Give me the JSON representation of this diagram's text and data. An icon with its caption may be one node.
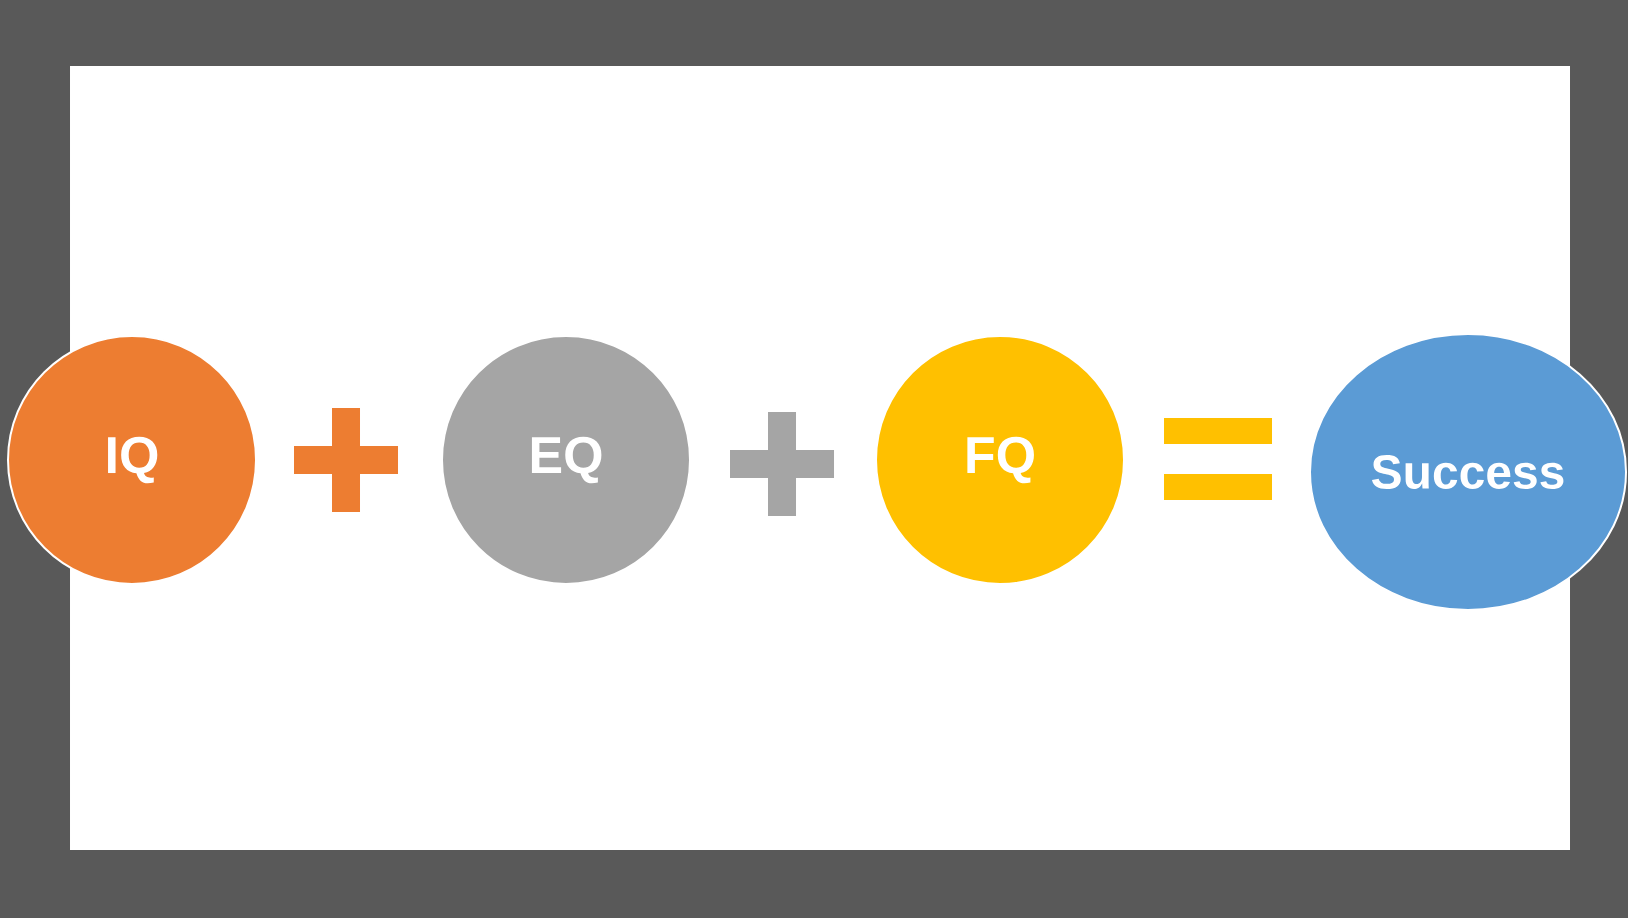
{
  "diagram": {
    "nodes": [
      {
        "text": [
          "IQ"
        ]
      },
      {
        "text": [
          "EQ"
        ]
      },
      {
        "text": [
          "FQ"
        ]
      },
      {
        "text": [
          "Success"
        ]
      }
    ]
  }
}
